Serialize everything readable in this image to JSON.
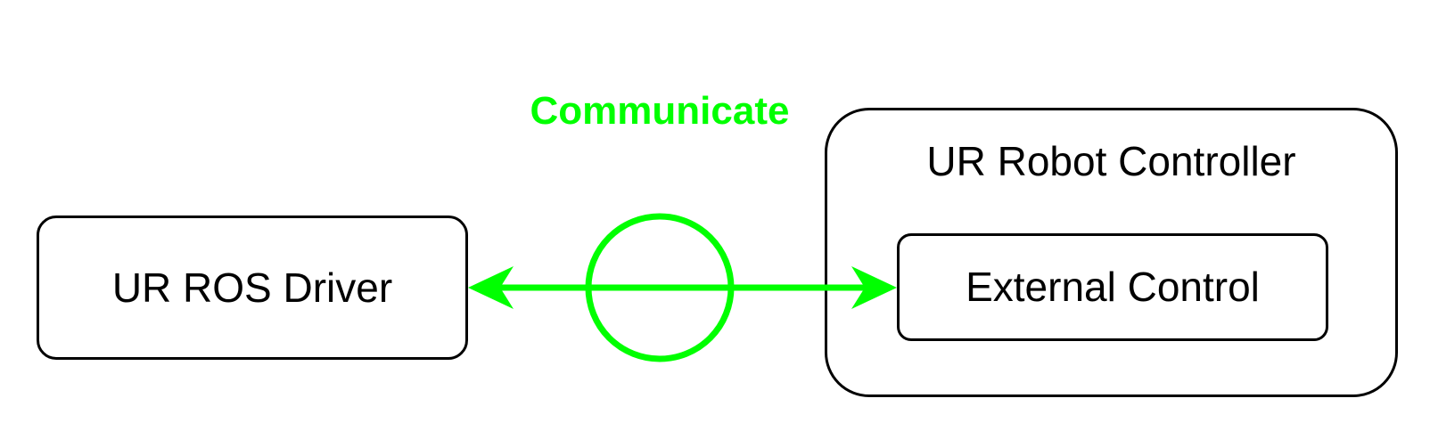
{
  "nodes": {
    "ros_driver": {
      "label": "UR ROS Driver"
    },
    "robot_controller": {
      "label": "UR Robot Controller"
    },
    "external_control": {
      "label": "External Control"
    }
  },
  "connection": {
    "label": "Communicate",
    "color": "#00ff00",
    "direction": "bidirectional",
    "marker": "circle"
  }
}
